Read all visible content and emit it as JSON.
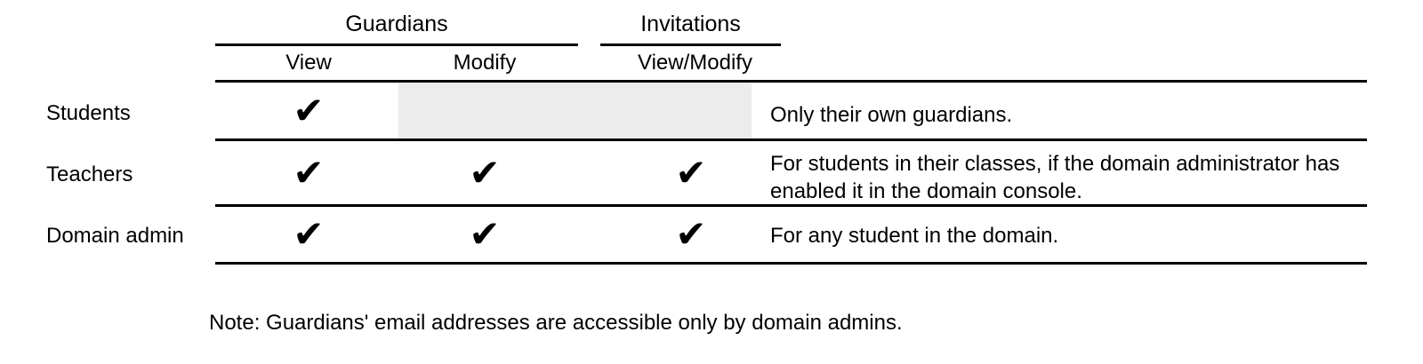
{
  "header": {
    "groups": [
      {
        "label": "Guardians"
      },
      {
        "label": "Invitations"
      }
    ],
    "columns": [
      "View",
      "Modify",
      "View/Modify"
    ]
  },
  "rows": [
    {
      "label": "Students",
      "permissions": {
        "guardians_view": true,
        "guardians_modify": false,
        "invitations_view_modify": false
      },
      "note": "Only their own guardians."
    },
    {
      "label": "Teachers",
      "permissions": {
        "guardians_view": true,
        "guardians_modify": true,
        "invitations_view_modify": true
      },
      "note": "For students in their classes, if the domain administrator has enabled it in the domain console."
    },
    {
      "label": "Domain admin",
      "permissions": {
        "guardians_view": true,
        "guardians_modify": true,
        "invitations_view_modify": true
      },
      "note": "For any student in the domain."
    }
  ],
  "checkmark_glyph": "✔",
  "footnote": "Note: Guardians' email addresses are accessible only by domain admins.",
  "colors": {
    "shaded_cell": "#ececec",
    "text": "#000000",
    "rule": "#000000"
  }
}
